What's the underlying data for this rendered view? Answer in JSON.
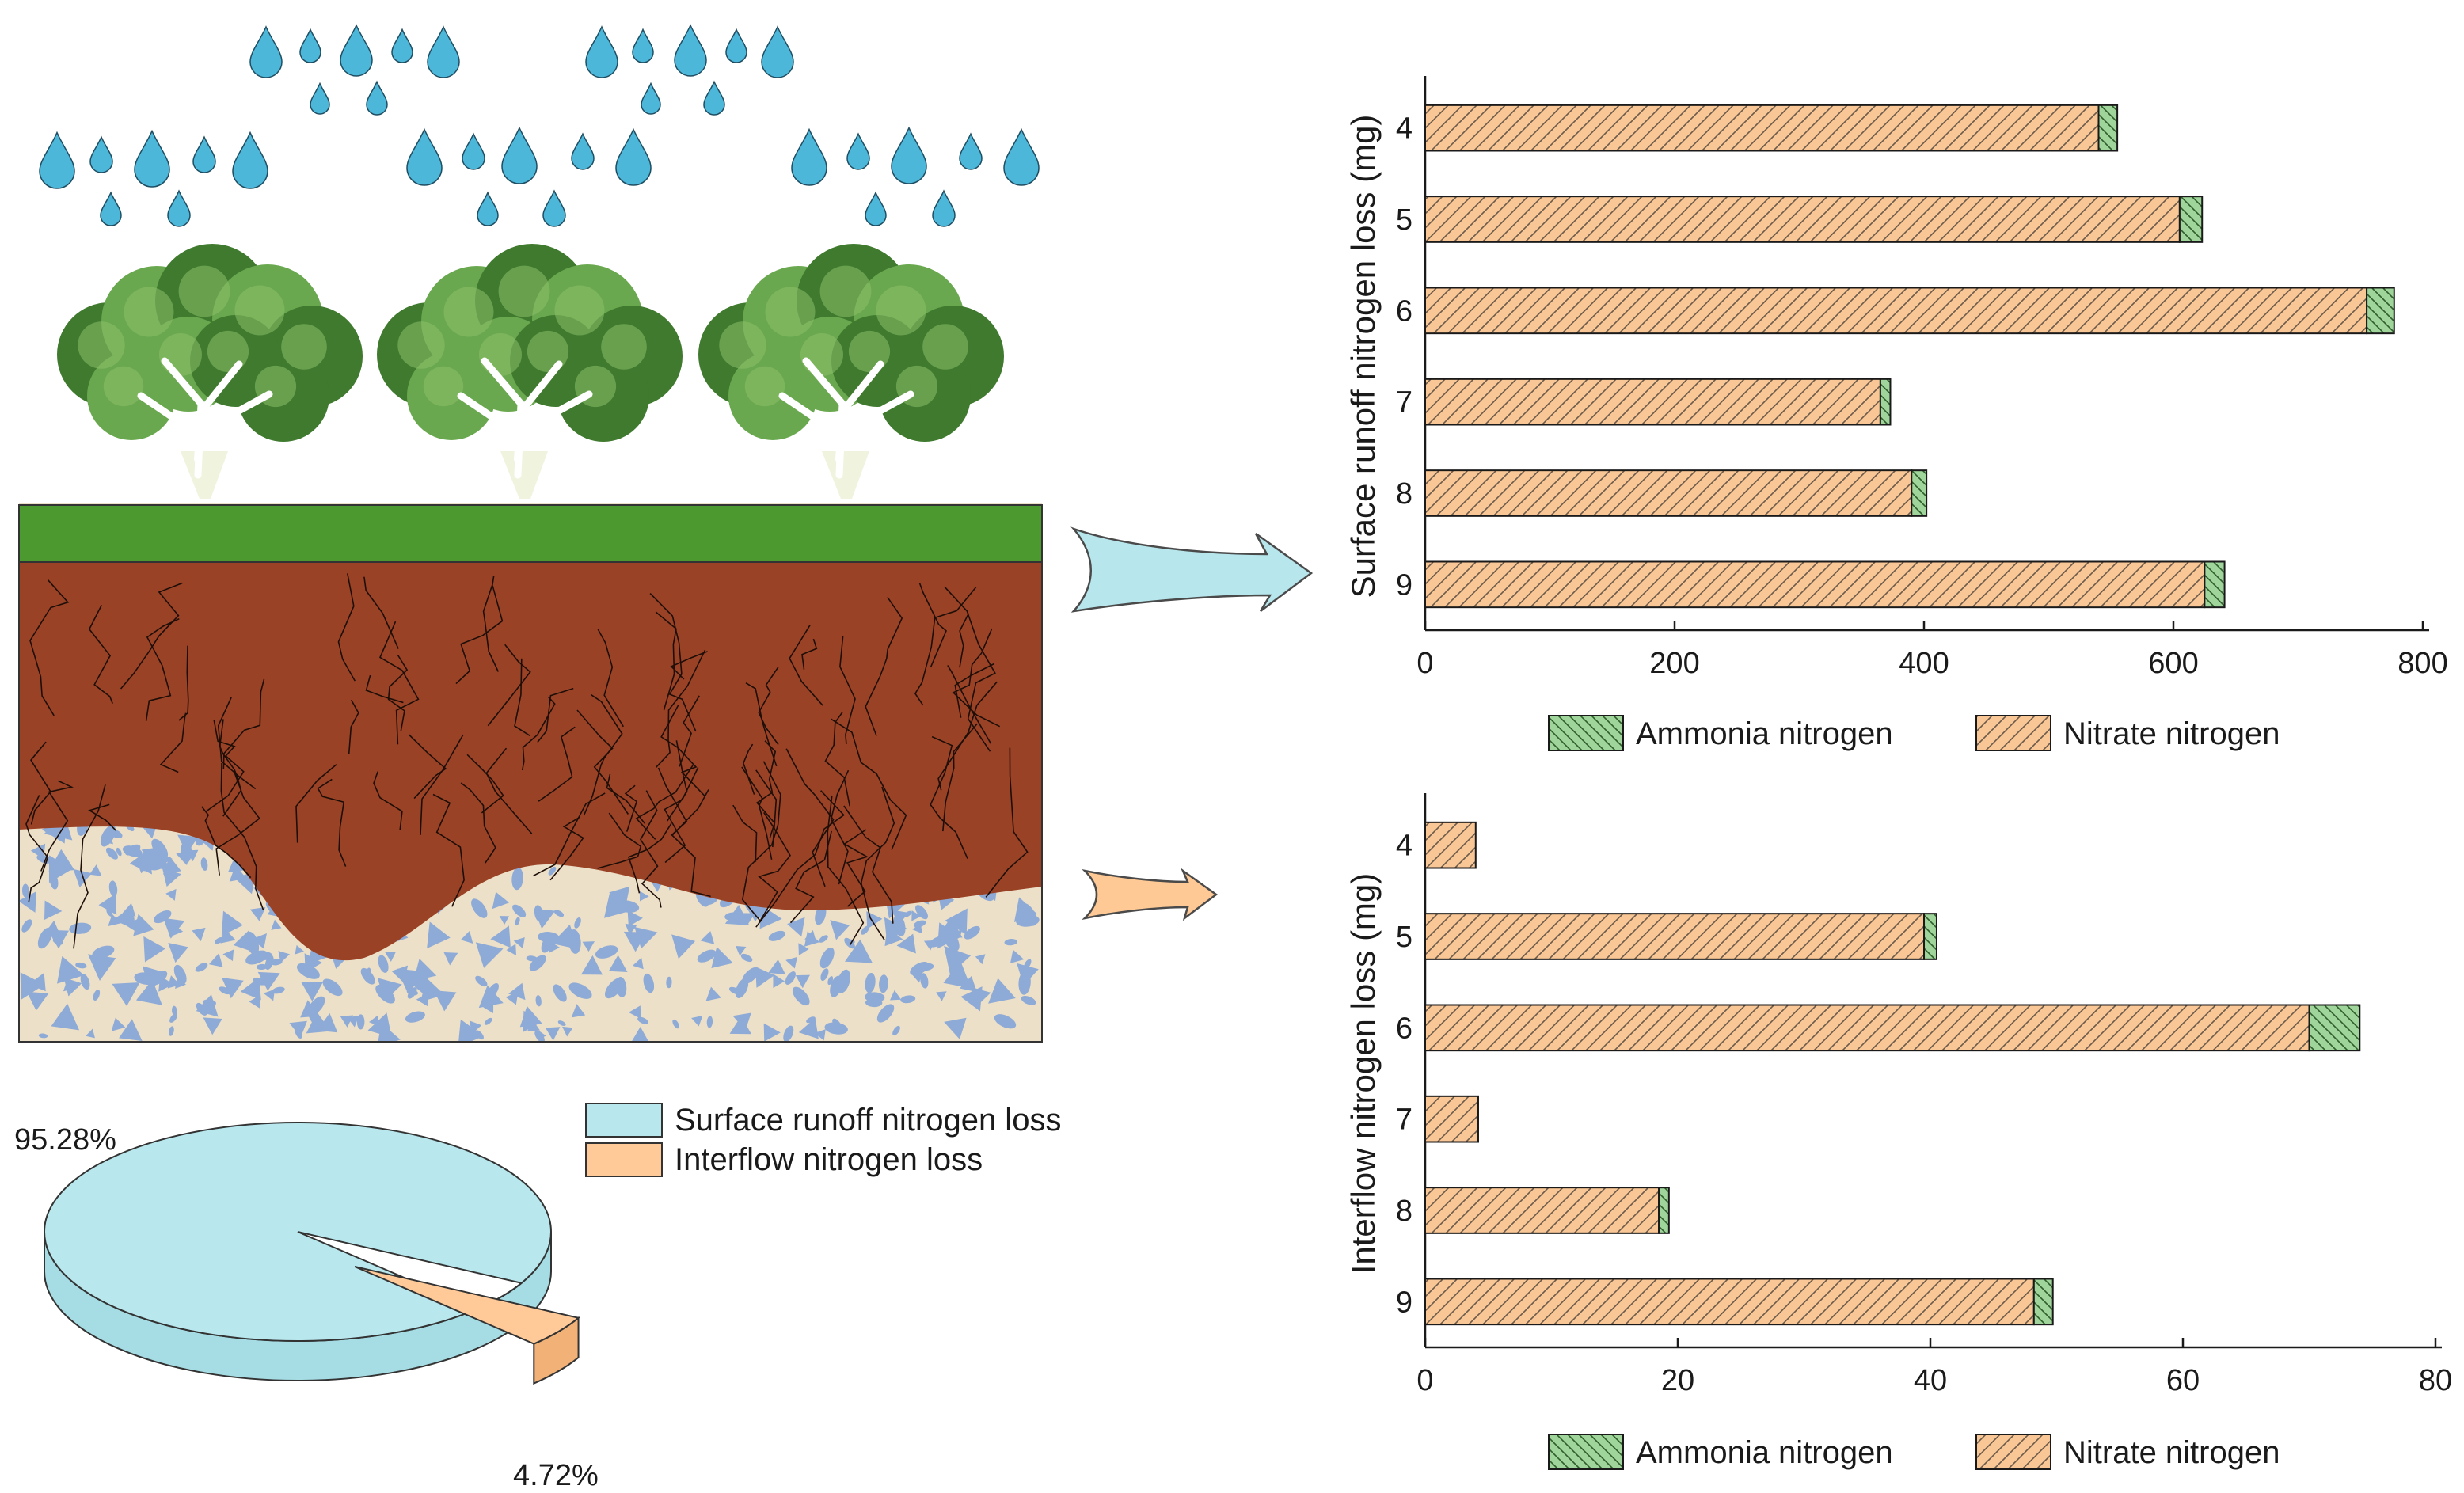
{
  "colors": {
    "raindrop": "#4db7d9",
    "tree_dark": "#3f7a2e",
    "tree_light": "#6aa84f",
    "grass": "#4c9a2f",
    "soil": "#9a4226",
    "gravel_bg": "#ede0c8",
    "gravel_chip": "#8eaad6",
    "surface_arrow": "#b7e6ec",
    "interflow_arrow": "#ffc995",
    "nitrate": "#f9c795",
    "ammonia": "#9fd49a",
    "hatch": "#6b5a4a",
    "pie_surface": "#b8e8ee",
    "pie_interflow": "#ffca98"
  },
  "pie": {
    "surface_label": "95.28%",
    "interflow_label": "4.72%",
    "legend": {
      "surface": "Surface runoff nitrogen loss",
      "interflow": "Interflow nitrogen loss"
    }
  },
  "chart_data": [
    {
      "type": "bar",
      "orientation": "horizontal",
      "stacked": true,
      "ylabel": "Surface runoff nitrogen loss (mg)",
      "xlabel": "",
      "categories": [
        "4",
        "5",
        "6",
        "7",
        "8",
        "9"
      ],
      "series": [
        {
          "name": "Nitrate nitrogen",
          "values": [
            540,
            605,
            755,
            365,
            390,
            625
          ]
        },
        {
          "name": "Ammonia nitrogen",
          "values": [
            15,
            18,
            22,
            8,
            12,
            16
          ]
        }
      ],
      "xlim": [
        0,
        800
      ],
      "xticks": [
        0,
        200,
        400,
        600,
        800
      ],
      "legend": [
        "Ammonia nitrogen",
        "Nitrate nitrogen"
      ],
      "legend_position": "bottom"
    },
    {
      "type": "bar",
      "orientation": "horizontal",
      "stacked": true,
      "ylabel": "Interflow nitrogen loss (mg)",
      "xlabel": "",
      "categories": [
        "4",
        "5",
        "6",
        "7",
        "8",
        "9"
      ],
      "series": [
        {
          "name": "Nitrate nitrogen",
          "values": [
            4,
            39.5,
            70,
            4.2,
            18.5,
            48.2
          ]
        },
        {
          "name": "Ammonia nitrogen",
          "values": [
            0,
            1.0,
            4,
            0,
            0.8,
            1.5
          ]
        }
      ],
      "xlim": [
        0,
        80
      ],
      "xticks": [
        0,
        20,
        40,
        60,
        80
      ],
      "legend": [
        "Ammonia nitrogen",
        "Nitrate nitrogen"
      ],
      "legend_position": "bottom"
    }
  ]
}
